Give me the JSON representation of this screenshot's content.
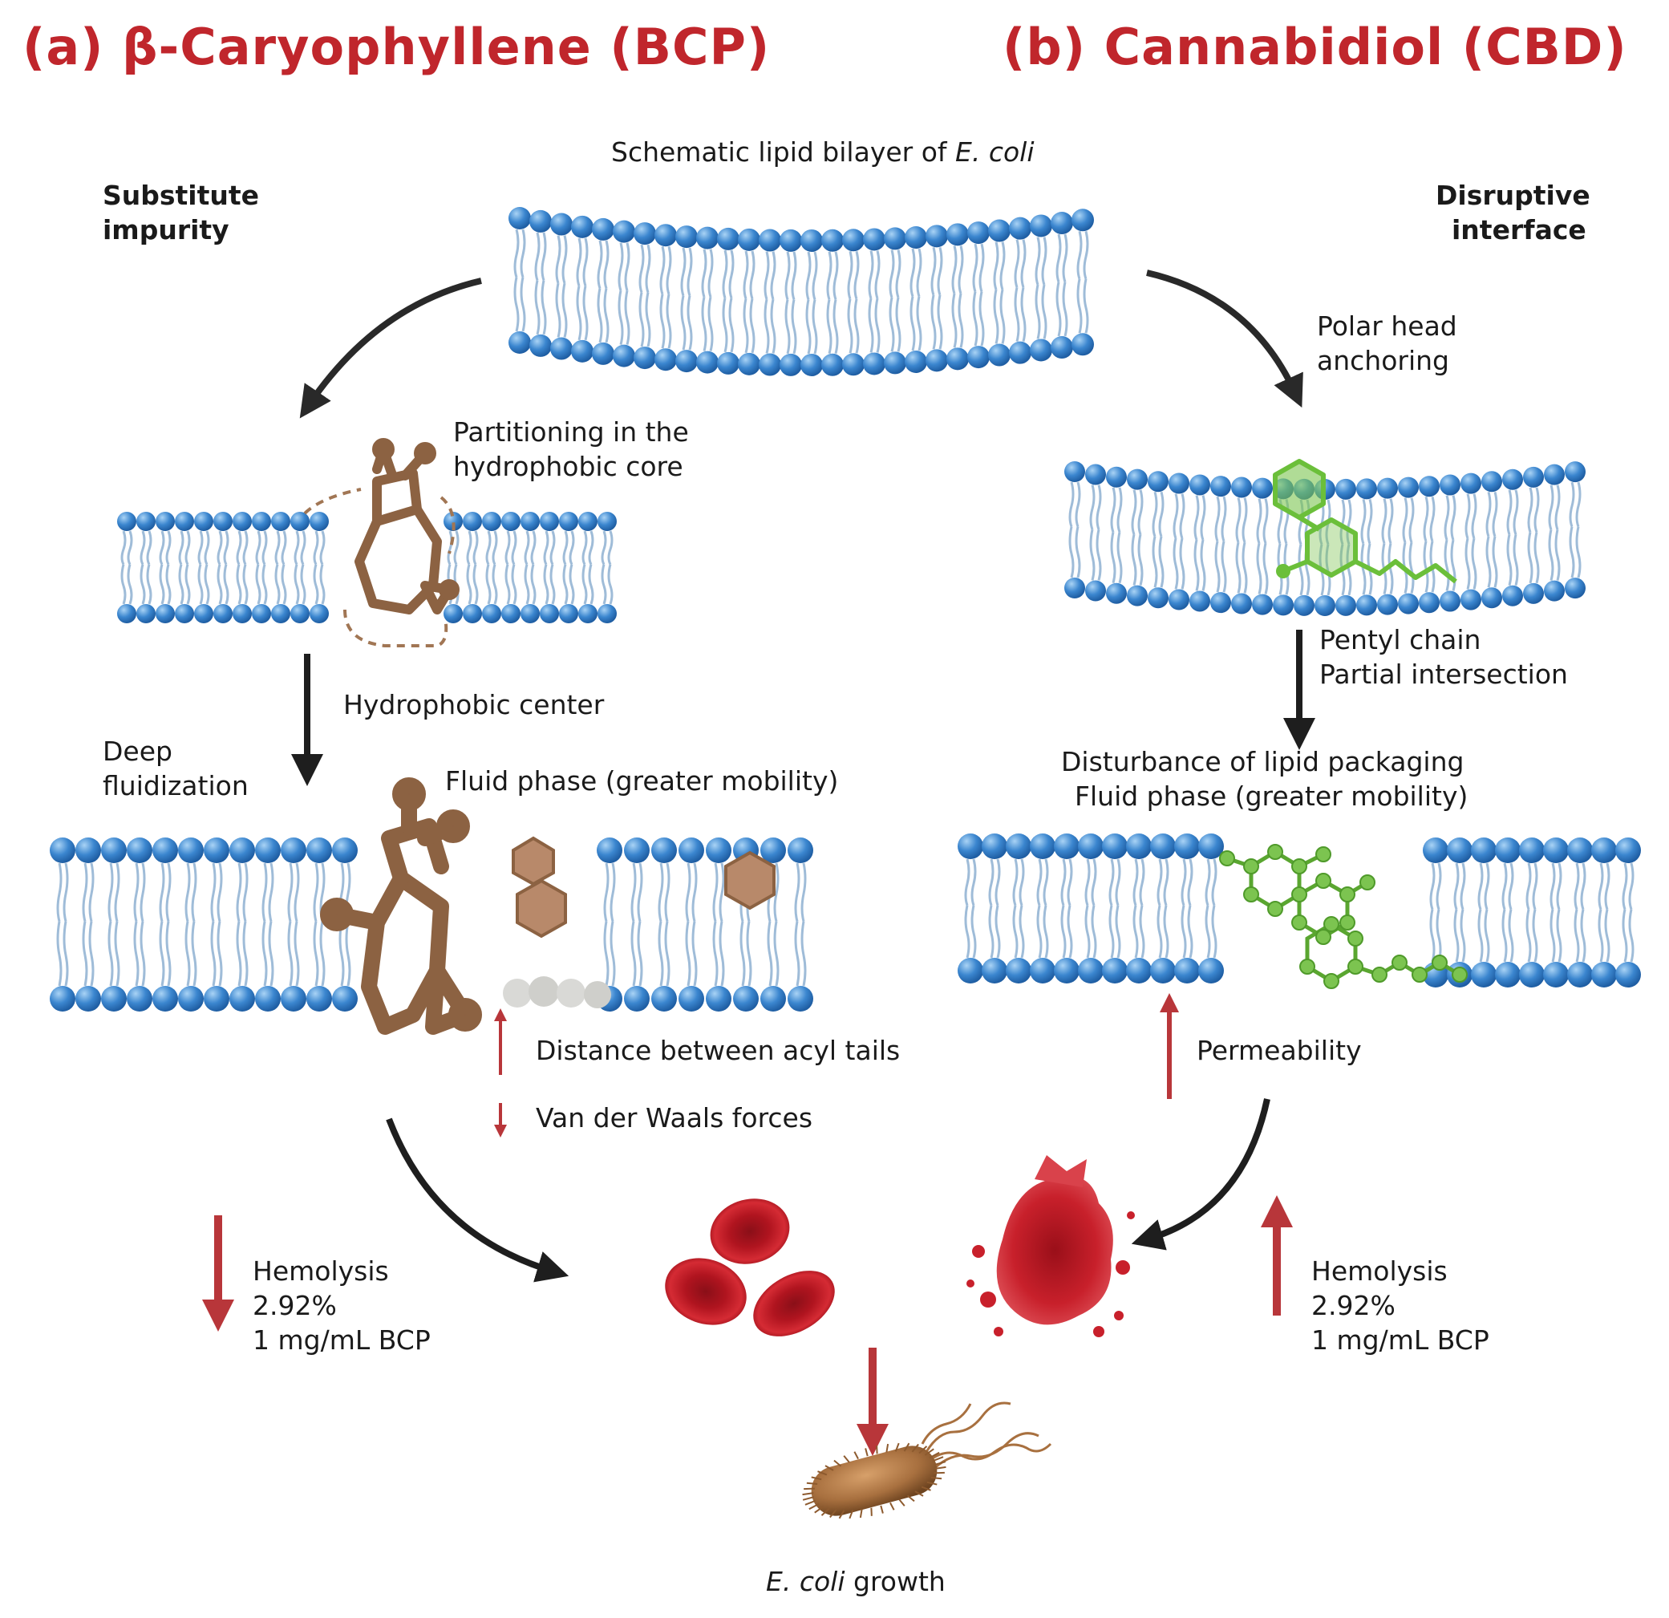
{
  "titles": {
    "a": "(a) β-Caryophyllene (BCP)",
    "b": "(b) Cannabidiol (CBD)"
  },
  "top": {
    "bilayer_label_main": "Schematic lipid bilayer of ",
    "bilayer_label_species": "E. coli"
  },
  "left": {
    "mode_line1": "Substitute",
    "mode_line2": "impurity",
    "partition_line1": "Partitioning in the",
    "partition_line2": "hydrophobic core",
    "hydrophobic_center": "Hydrophobic center",
    "deep_line1": "Deep",
    "deep_line2": "fluidization",
    "fluid_phase": "Fluid phase (greater mobility)",
    "distance_tails": "Distance between acyl tails",
    "vdw": "Van der Waals forces",
    "hemo_line1": "Hemolysis",
    "hemo_line2": "2.92%",
    "hemo_line3": "1 mg/mL BCP"
  },
  "right": {
    "mode_line1": "Disruptive",
    "mode_line2": "interface",
    "polar_line1": "Polar head",
    "polar_line2": "anchoring",
    "pentyl_line1": "Pentyl chain",
    "pentyl_line2": "Partial intersection",
    "disturb_line1": "Disturbance of lipid packaging",
    "disturb_line2": "Fluid phase (greater mobility)",
    "permeability": "Permeability",
    "hemo_line1": "Hemolysis",
    "hemo_line2": "2.92%",
    "hemo_line3": "1 mg/mL BCP"
  },
  "bottom": {
    "species": "E. coli",
    "growth": " growth"
  },
  "colors": {
    "title_red": "#c0262c",
    "arrow_red": "#b8363a",
    "lipid_head": "#3b86cf",
    "lipid_tail": "#9fbcd8",
    "bcp_brown": "#8c6242",
    "cbd_green": "#6bbf3a",
    "blood_red": "#c8202b",
    "bacterium": "#a8703f"
  }
}
